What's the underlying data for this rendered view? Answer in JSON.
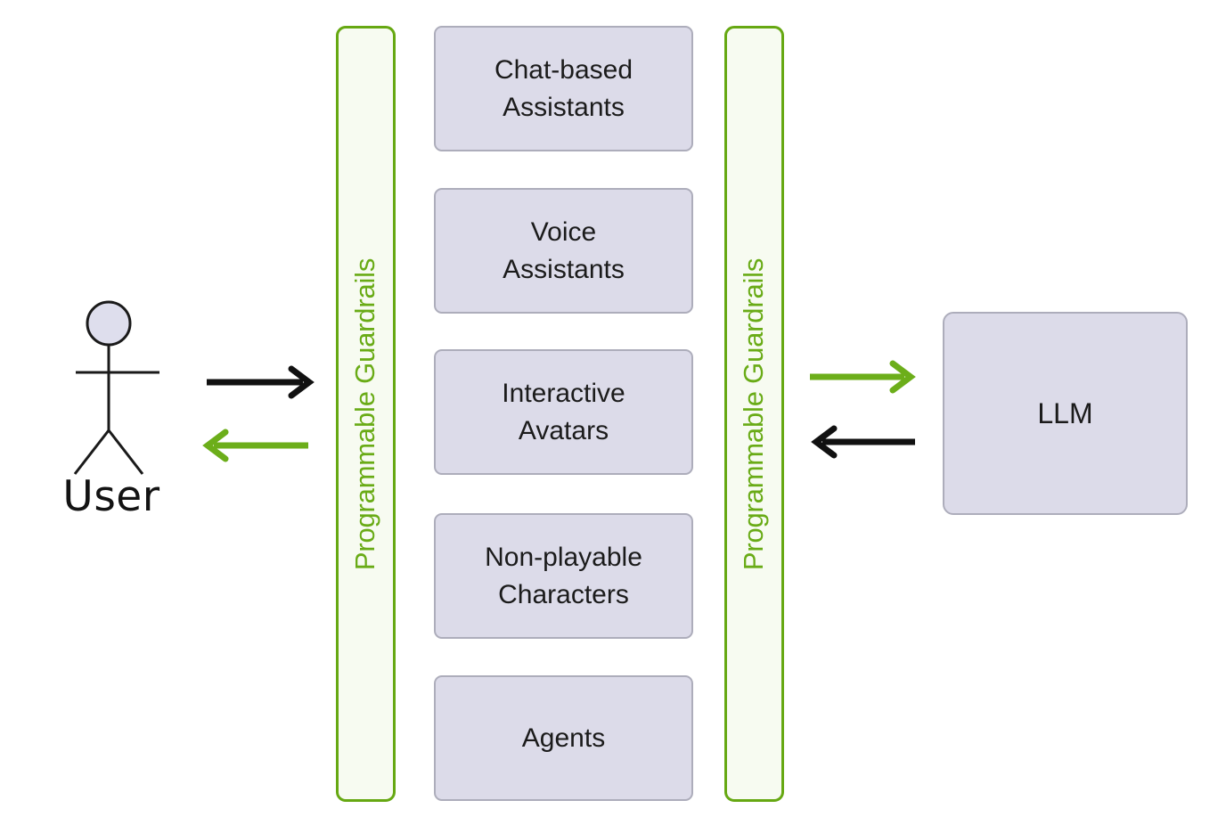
{
  "diagram": {
    "colors": {
      "guardrail_border": "#66a812",
      "guardrail_fill": "#f7fbf1",
      "guardrail_text": "#69ab16",
      "box_fill": "#dcdbe9",
      "box_border": "#adadbb",
      "text": "#1b1b1b",
      "arrow_black": "#111111",
      "arrow_green": "#6cae1a",
      "background": "#ffffff"
    },
    "actor": {
      "label": "User",
      "icon": "stick-figure-person-icon"
    },
    "guardrails": [
      {
        "label": "Programmable Guardrails",
        "side": "left"
      },
      {
        "label": "Programmable Guardrails",
        "side": "right"
      }
    ],
    "applications": [
      {
        "label": "Chat-based\nAssistants"
      },
      {
        "label": "Voice\nAssistants"
      },
      {
        "label": "Interactive\nAvatars"
      },
      {
        "label": "Non-playable\nCharacters"
      },
      {
        "label": "Agents"
      }
    ],
    "llm": {
      "label": "LLM"
    },
    "arrows": [
      {
        "name": "user-to-guardrail",
        "direction": "right",
        "color": "black"
      },
      {
        "name": "guardrail-to-user",
        "direction": "left",
        "color": "green"
      },
      {
        "name": "guardrail-to-llm",
        "direction": "right",
        "color": "green"
      },
      {
        "name": "llm-to-guardrail",
        "direction": "left",
        "color": "black"
      }
    ]
  }
}
